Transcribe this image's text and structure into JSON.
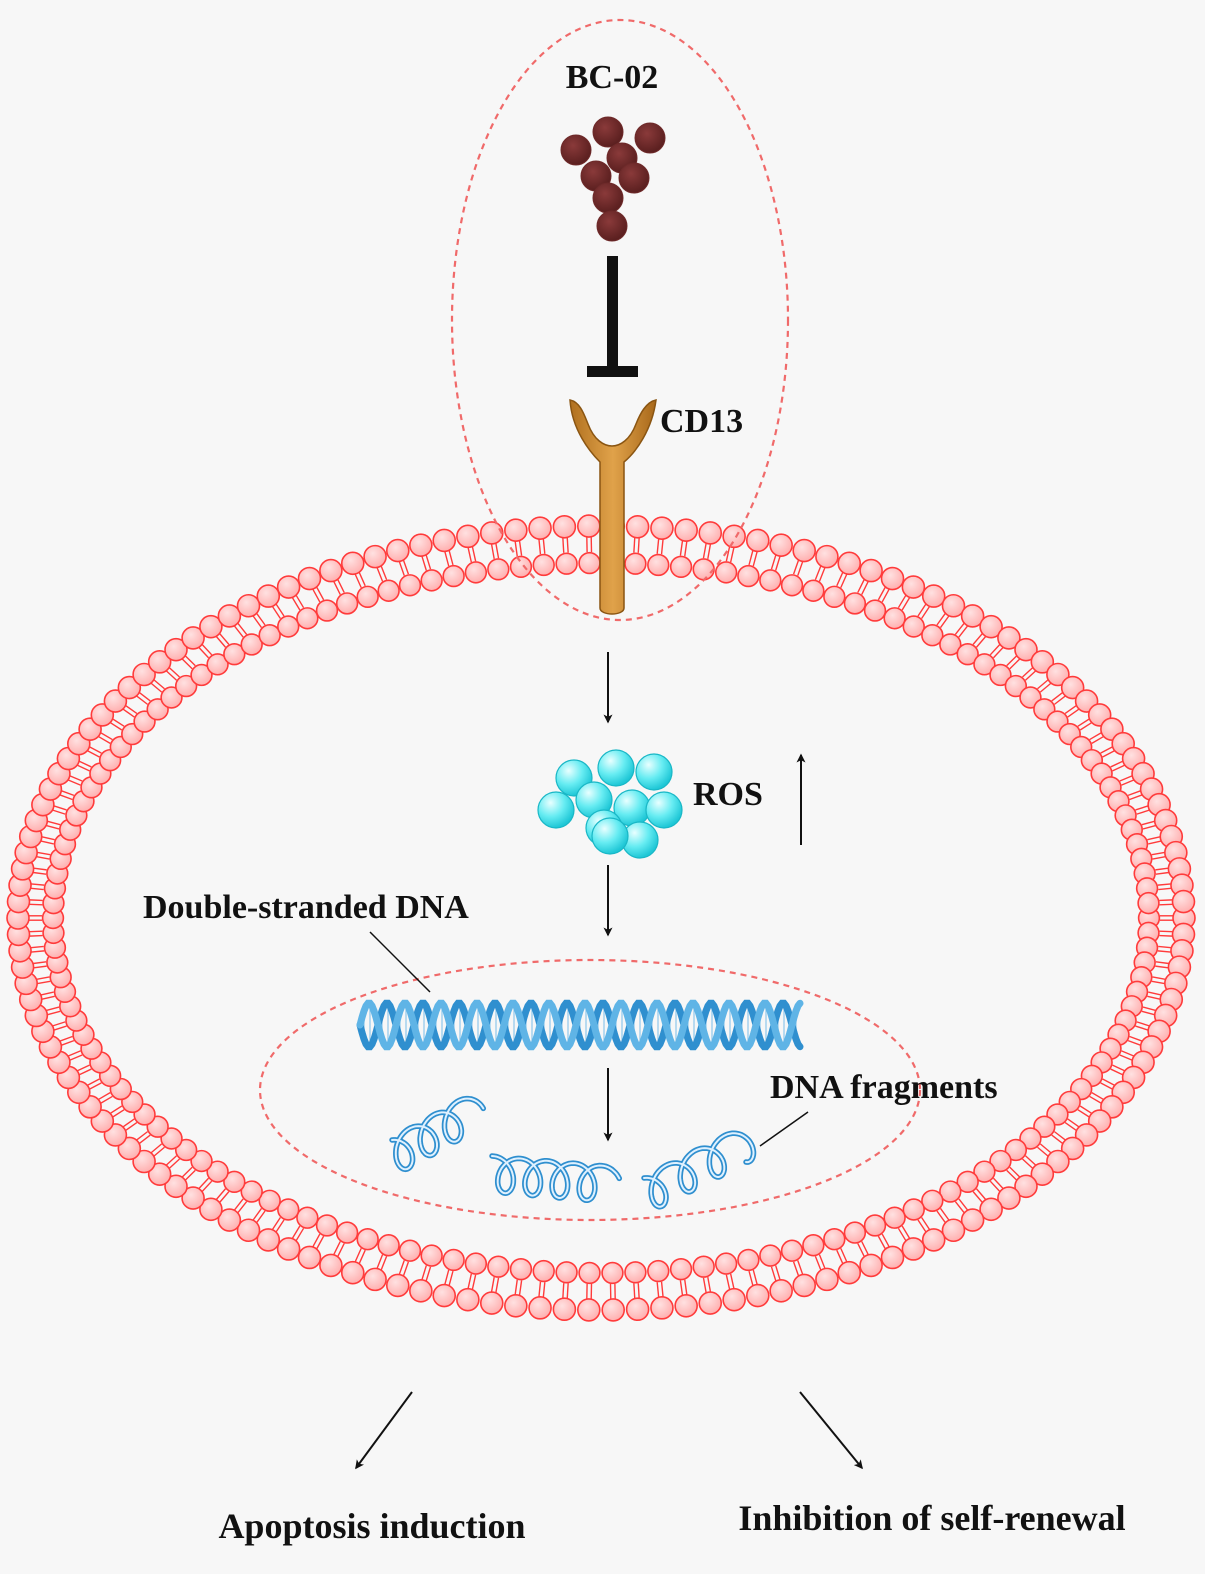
{
  "labels": {
    "drug": "BC-02",
    "receptor": "CD13",
    "ros": "ROS",
    "dsdna": "Double-stranded DNA",
    "fragments": "DNA fragments",
    "outcome_left": "Apoptosis induction",
    "outcome_right": "Inhibition of self-renewal"
  },
  "colors": {
    "background": "#f7f7f7",
    "membrane": "#ff3b3b",
    "membrane_fill": "#ffc4c4",
    "dashed_outline": "#f06a6a",
    "drug_particle": "#6e2a2a",
    "receptor": "#c9862c",
    "ros_particle": "#33dde8",
    "dna": "#2f8fcf",
    "arrow": "#111111"
  },
  "icons": {
    "drug": "particle-cluster-icon",
    "receptor": "y-receptor-icon",
    "ros": "bubble-cluster-icon",
    "inhibition": "t-bar-inhibit-icon",
    "dna": "double-helix-icon",
    "fragments": "coil-icon",
    "increase": "up-arrow-icon"
  }
}
